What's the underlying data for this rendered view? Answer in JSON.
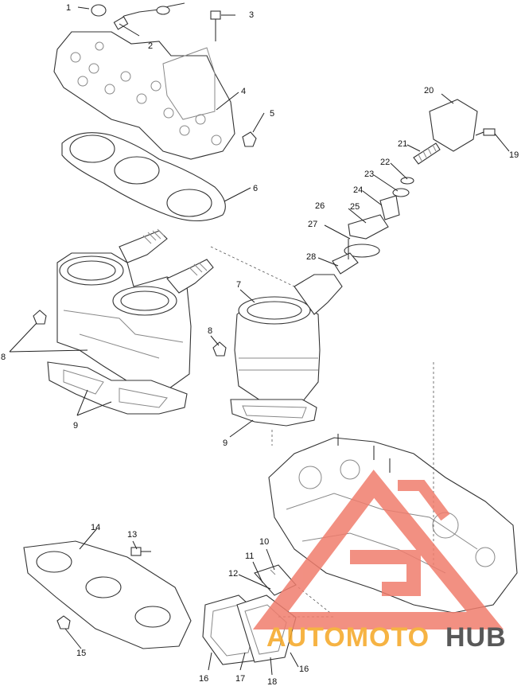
{
  "callouts": [
    "1",
    "2",
    "3",
    "4",
    "5",
    "6",
    "7",
    "8",
    "8",
    "9",
    "9",
    "10",
    "11",
    "12",
    "13",
    "14",
    "15",
    "16",
    "16",
    "17",
    "18",
    "19",
    "20",
    "21",
    "22",
    "23",
    "24",
    "25",
    "26",
    "27",
    "28"
  ],
  "watermark": {
    "part1": "AUTOMOTO",
    "part2": "HUB",
    "color_primary": "#f07d6d",
    "color_secondary": "#f5a623",
    "color_dark": "#3b3b3b"
  }
}
